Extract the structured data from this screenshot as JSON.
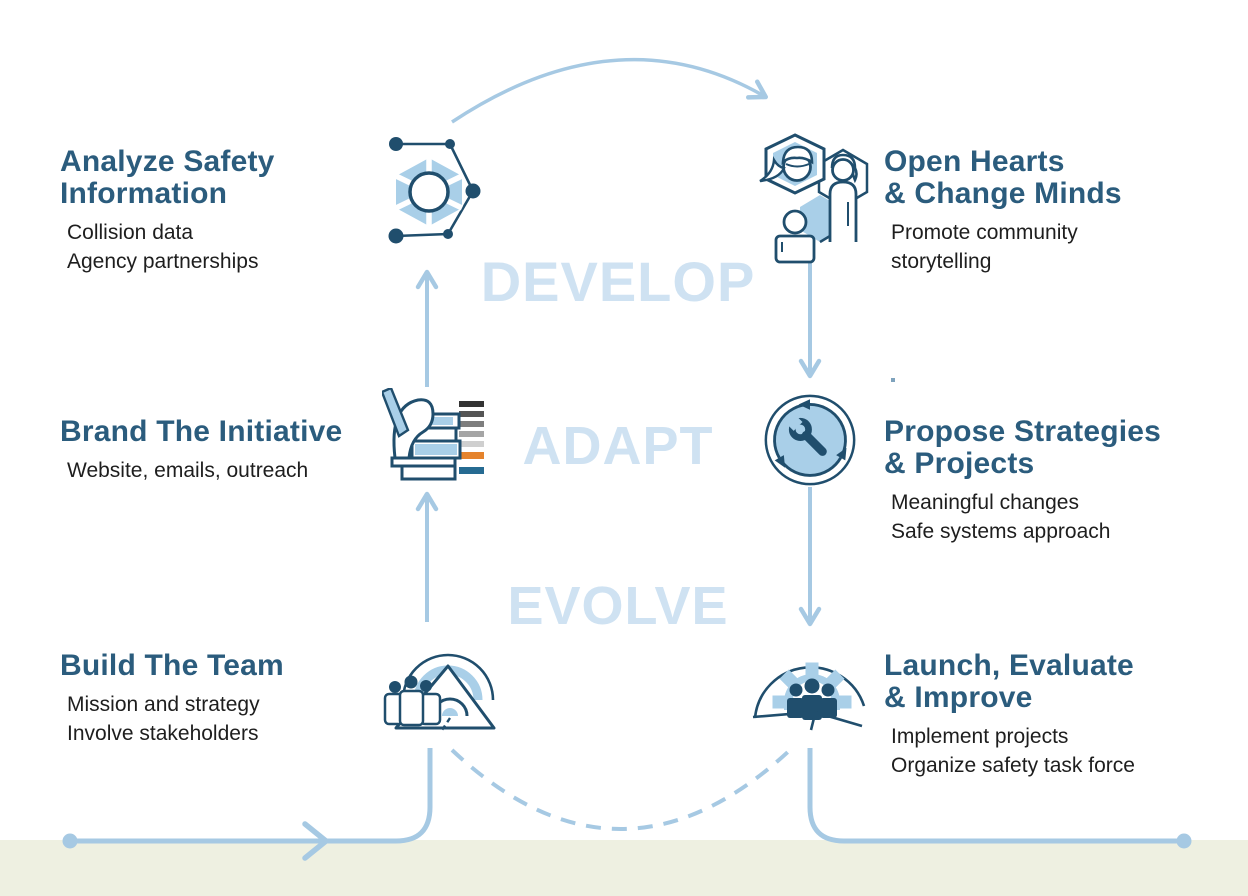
{
  "palette": {
    "heading_blue": "#2b5c7d",
    "navy": "#204e6d",
    "line_blue": "#a6c9e3",
    "phase_blue": "#cfe2f2",
    "icon_fill_blue": "#a9cfe8",
    "orange": "#e5832c",
    "footer_band": "#eef0e1",
    "body_text": "#1e1e1e"
  },
  "phases": [
    {
      "label": "DEVELOP"
    },
    {
      "label": "ADAPT"
    },
    {
      "label": "EVOLVE"
    }
  ],
  "stages": [
    {
      "id": "analyze-safety",
      "icon": "network-hexagon-icon",
      "title_lines": [
        "Analyze Safety",
        "Information"
      ],
      "details": [
        "Collision data",
        "Agency partnerships"
      ]
    },
    {
      "id": "open-hearts",
      "icon": "community-voices-icon",
      "title_lines": [
        "Open Hearts",
        "& Change Minds"
      ],
      "details": [
        "Promote community",
        "storytelling"
      ]
    },
    {
      "id": "brand-initiative",
      "icon": "branding-materials-icon",
      "title_lines": [
        "Brand The Initiative"
      ],
      "details": [
        "Website, emails, outreach"
      ]
    },
    {
      "id": "propose-strategies",
      "icon": "strategy-wrench-icon",
      "title_lines": [
        "Propose Strategies",
        "& Projects"
      ],
      "details": [
        "Meaningful changes",
        "Safe systems approach"
      ]
    },
    {
      "id": "build-team",
      "icon": "team-mountain-icon",
      "title_lines": [
        "Build The Team"
      ],
      "details": [
        "Mission and strategy",
        "Involve stakeholders"
      ]
    },
    {
      "id": "launch-evaluate",
      "icon": "launch-gear-icon",
      "title_lines": [
        "Launch, Evaluate",
        "& Improve"
      ],
      "details": [
        "Implement projects",
        "Organize safety task force"
      ]
    }
  ]
}
